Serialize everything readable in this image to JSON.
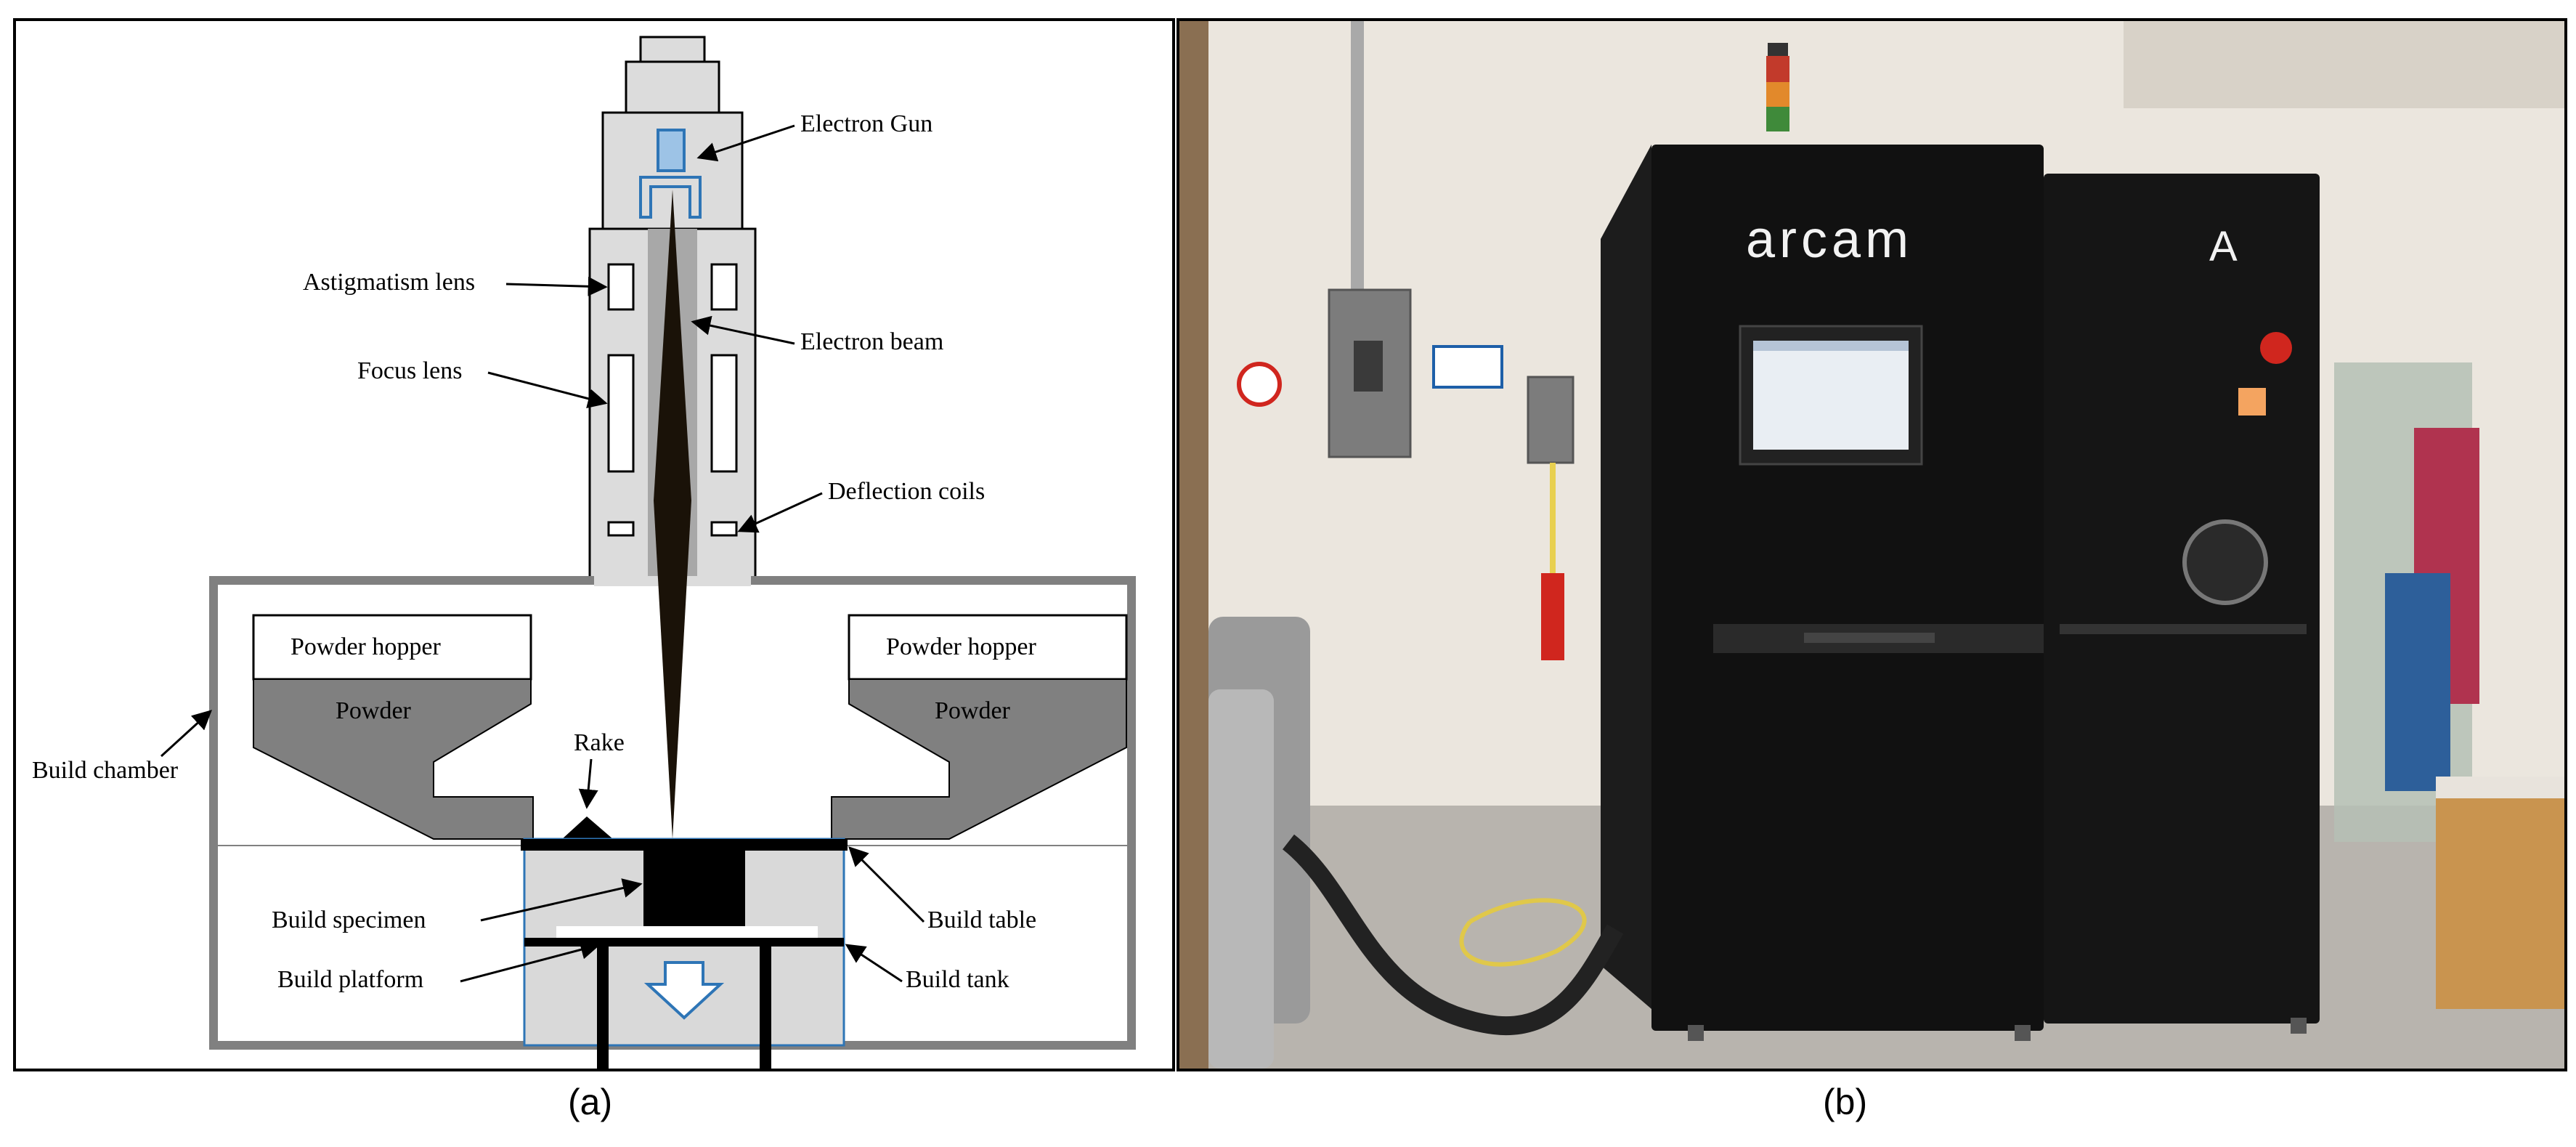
{
  "panel_a": {
    "caption": "(a)",
    "labels": {
      "electron_gun": "Electron Gun",
      "astigmatism_lens": "Astigmatism  lens",
      "electron_beam": "Electron beam",
      "focus_lens": "Focus lens",
      "deflection_coils": "Deflection coils",
      "powder_hopper_left": "Powder hopper",
      "powder_hopper_right": "Powder hopper",
      "powder_left": "Powder",
      "powder_right": "Powder",
      "build_chamber": "Build chamber",
      "rake": "Rake",
      "build_specimen": "Build specimen",
      "build_table": "Build table",
      "build_platform": "Build platform",
      "build_tank": "Build tank"
    }
  },
  "panel_b": {
    "caption": "(b)",
    "brand_logo": "arcam",
    "model_badge": "A"
  },
  "colors": {
    "column_fill": "#dcdcdc",
    "powder_gray": "#808080",
    "beam_black": "#1a1208",
    "gun_blue": "#2e75b6",
    "machine_black": "#111111",
    "estop_red": "#d0261e",
    "sticky_note": "#f4a460"
  }
}
